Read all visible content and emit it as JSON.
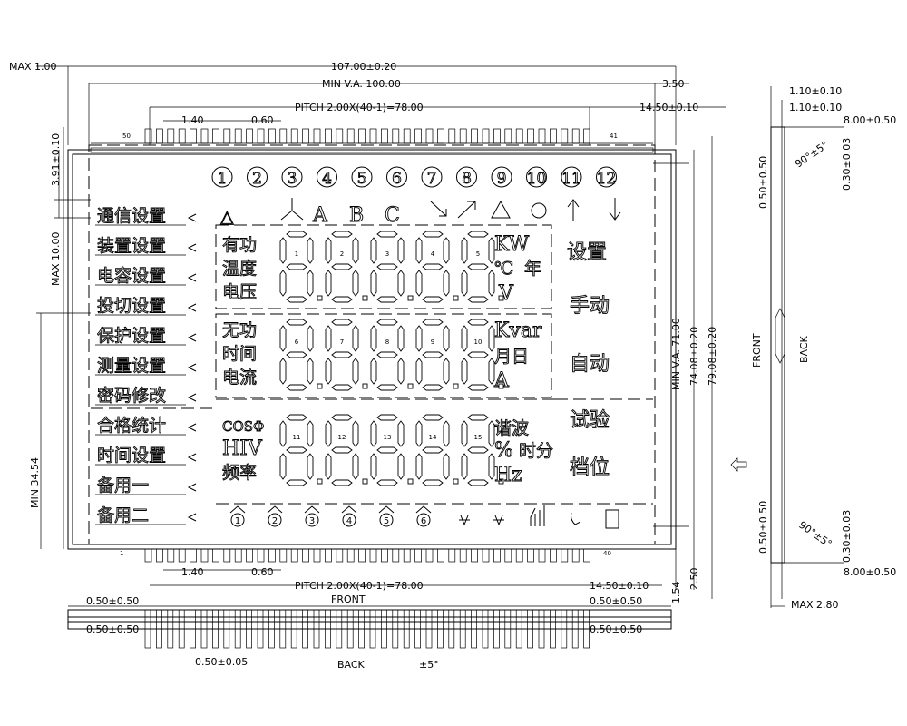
{
  "dimensions": {
    "max_top": "MAX 1.00",
    "outline_width": "107.00±0.20",
    "min_va": "MIN V.A. 100.00",
    "right_3_50": "3.50",
    "pitch_top": "PITCH 2.00X(40-1)=78.00",
    "pitch_bottom": "PITCH 2.00X(40-1)=78.00",
    "pin_width": "1.40",
    "pin_gap": "0.60",
    "offset": "14.50±0.10",
    "left_3_91": "3.91±0.10",
    "left_max_10": "MAX 10.00",
    "left_min_34": "MIN 34.54",
    "right_min_va": "MIN V.A. 71.00",
    "right_74": "74.08±0.20",
    "right_79": "79.08±0.20",
    "bottom_1_54": "1.54",
    "bottom_2_50": "2.50",
    "side_1_10": "1.10±0.10",
    "side_8_00": "8.00±0.50",
    "side_0_50_05": "0.50±0.50",
    "side_0_30": "0.30±0.03",
    "side_90": "90°±5°",
    "side_max_2_80": "MAX 2.80",
    "bottom_0_50_a": "0.50±0.50",
    "bottom_0_50_b": "0.50±0.50",
    "bottom_0_50_005": "0.50±0.05",
    "bottom_5": "±5°",
    "front": "FRONT",
    "back": "BACK",
    "pin_1": "1",
    "pin_40": "40",
    "pin_50": "50",
    "pin_41": "41"
  },
  "menu": {
    "items": [
      "通信设置",
      "装置设置",
      "电容设置",
      "投切设置",
      "保护设置",
      "测量设置",
      "密码修改",
      "合格统计",
      "时间设置",
      "备用一",
      "备用二"
    ]
  },
  "labels_left": [
    "有功",
    "温度",
    "电压",
    "无功",
    "时间",
    "电流",
    "COSΦ",
    "HIV",
    "频率"
  ],
  "labels_right_top": [
    "KW",
    "℃",
    "年",
    "V",
    "Kvar",
    "月日",
    "A",
    "谐波",
    "%",
    "时分",
    "Hz"
  ],
  "labels_far_right": [
    "设置",
    "手动",
    "自动",
    "试验",
    "档位"
  ],
  "top_symbols": [
    "△",
    "A",
    "B",
    "C"
  ],
  "circles": [
    "1",
    "2",
    "3",
    "4",
    "5",
    "6",
    "7",
    "8",
    "9",
    "10",
    "11",
    "12"
  ],
  "digit_labels": [
    "1",
    "2",
    "3",
    "4",
    "5",
    "6",
    "7",
    "8",
    "9",
    "10",
    "11",
    "12",
    "13",
    "14",
    "15"
  ],
  "bottom_circles": [
    "1",
    "2",
    "3",
    "4",
    "5",
    "6"
  ]
}
